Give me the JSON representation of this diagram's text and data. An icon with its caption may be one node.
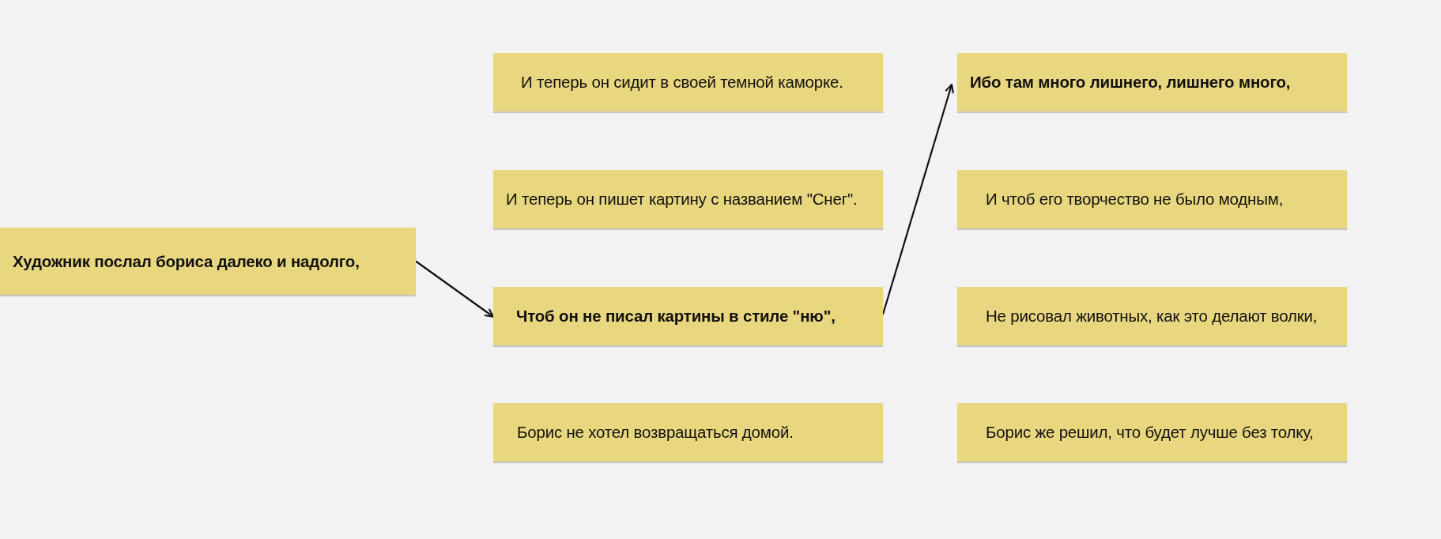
{
  "diagram": {
    "nodes": [
      {
        "text": [
          "Художник послал бориса далеко и надолго,"
        ]
      },
      {
        "text": [
          "И теперь он сидит в своей темной каморке."
        ]
      },
      {
        "text": [
          "И теперь он пишет картину с названием \"Снег\"."
        ]
      },
      {
        "text": [
          "Чтоб он не писал картины в стиле \"ню\","
        ]
      },
      {
        "text": [
          "Борис не хотел возвращаться домой."
        ]
      },
      {
        "text": [
          "Ибо там много лишнего, лишнего много,"
        ]
      },
      {
        "text": [
          "И чтоб его творчество не было модным,"
        ]
      },
      {
        "text": [
          "Не рисовал животных, как это делают волки,"
        ]
      },
      {
        "text": [
          "Борис же решил, что будет лучше без толку,"
        ]
      }
    ],
    "edges": [
      {
        "from": 0,
        "to": 3,
        "arrow": "to"
      },
      {
        "from": 3,
        "to": 5,
        "arrow": "to"
      }
    ]
  }
}
